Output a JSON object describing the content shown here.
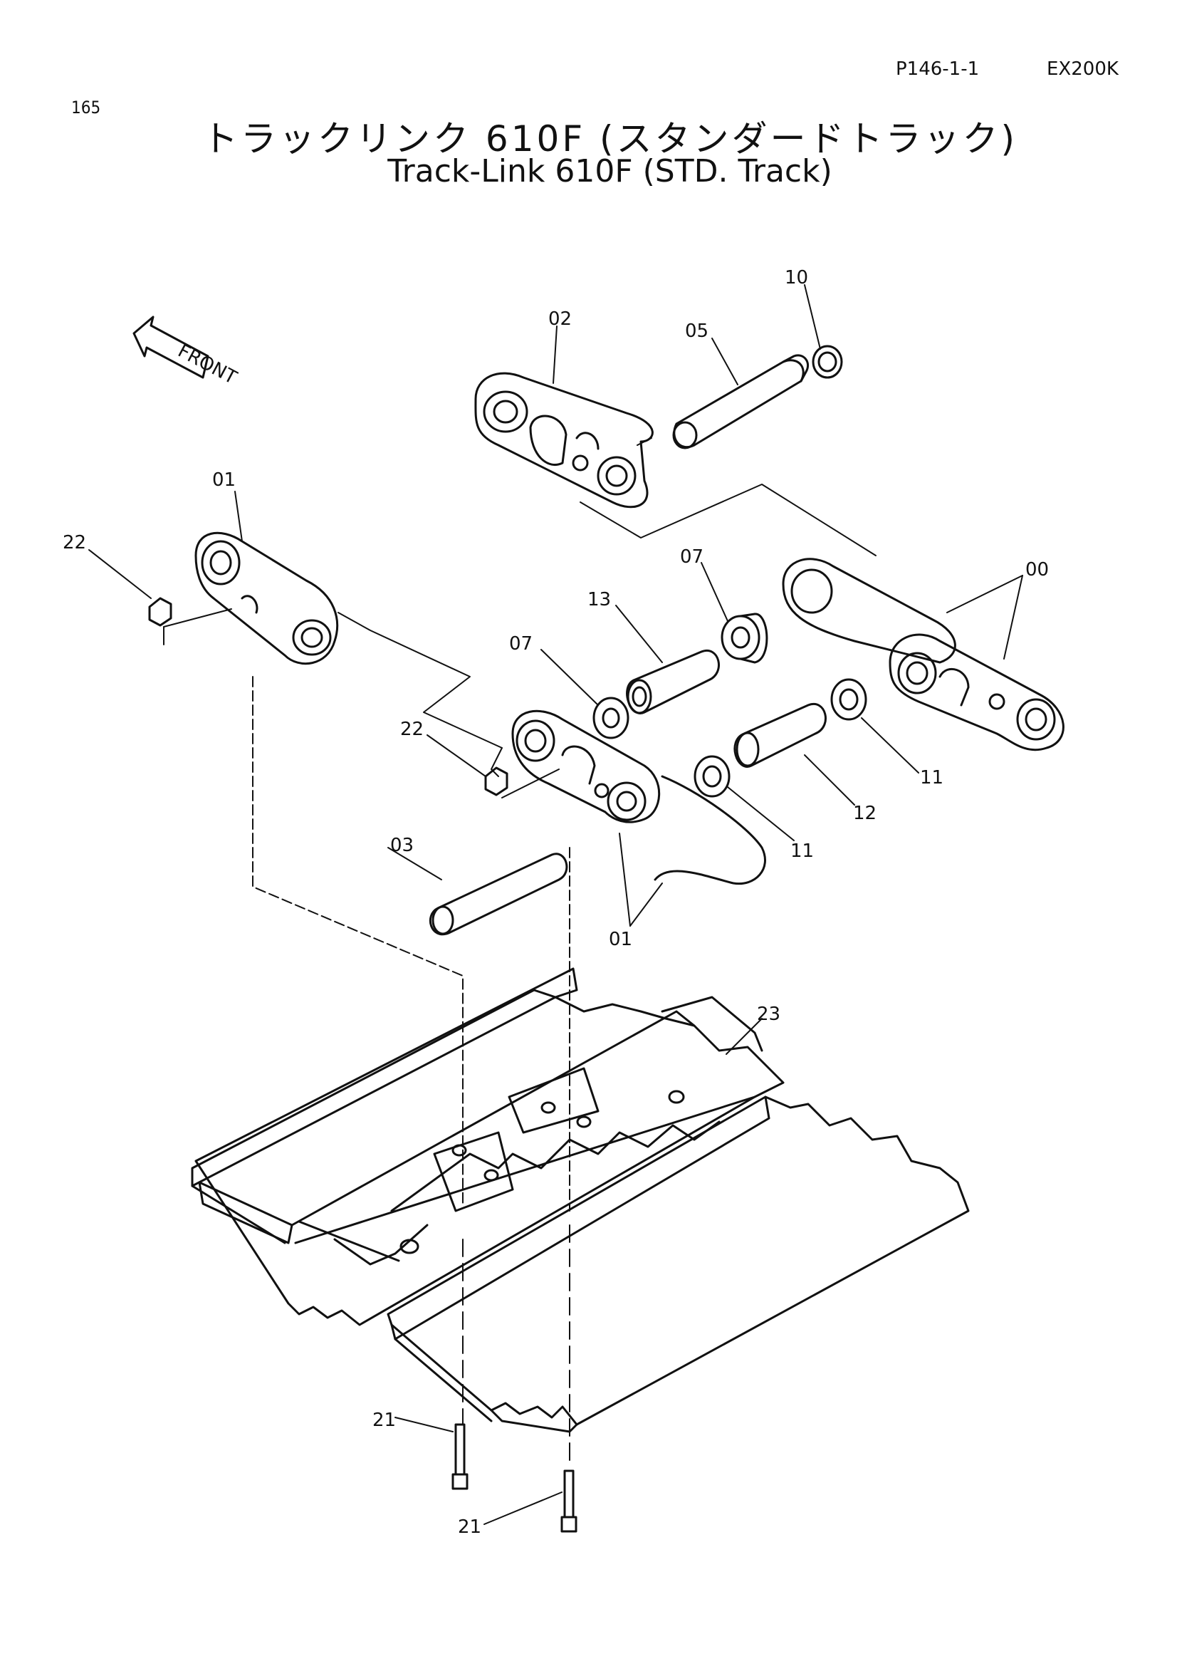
{
  "header": {
    "page_code": "P146-1-1",
    "model": "EX200K",
    "page_number": "165"
  },
  "title": {
    "japanese": "トラックリンク 610F (スタンダードトラック)",
    "english": "Track-Link 610F (STD. Track)"
  },
  "diagram": {
    "front_label": "FRONT",
    "callouts": {
      "c00": "00",
      "c01a": "01",
      "c01b": "01",
      "c02": "02",
      "c03": "03",
      "c05": "05",
      "c07a": "07",
      "c07b": "07",
      "c10": "10",
      "c11a": "11",
      "c11b": "11",
      "c12": "12",
      "c13": "13",
      "c21a": "21",
      "c21b": "21",
      "c22a": "22",
      "c22b": "22",
      "c23": "23"
    }
  }
}
